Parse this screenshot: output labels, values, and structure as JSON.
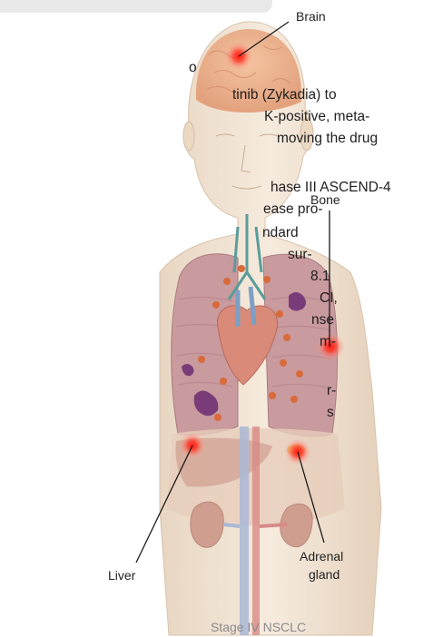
{
  "article_lines": [
    "o",
    "tinib (Zykadia) to",
    "K-positive, meta-",
    "moving the drug",
    "hase III ASCEND-4",
    "ease pro-",
    "ndard",
    "sur-",
    "8.1",
    "CI,",
    "nse",
    "m-",
    "r-",
    "s"
  ],
  "labels": {
    "brain": "Brain",
    "bone": "Bone",
    "liver": "Liver",
    "adrenal_line1": "Adrenal",
    "adrenal_line2": "gland"
  },
  "caption": "Stage IV NSCLC",
  "colors": {
    "skin": "#f1e3d3",
    "lung": "#c99a9e",
    "heart": "#d98a78",
    "tumor": "#7a3c78",
    "hotspot": "#e8312c",
    "pointer": "#1a1a1a"
  }
}
